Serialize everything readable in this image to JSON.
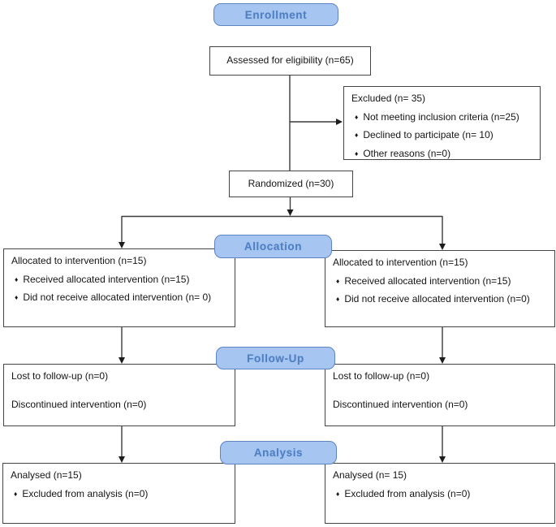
{
  "glyphs": {
    "bullet": "♦"
  },
  "colors": {
    "badge_fill": "#a6c6f1",
    "badge_border": "#5d83c2",
    "badge_text": "#4f7ec3",
    "box_border": "#454545",
    "line_color": "#3a3a3a"
  },
  "badges": {
    "enrollment": "Enrollment",
    "allocation": "Allocation",
    "followup": "Follow-Up",
    "analysis": "Analysis"
  },
  "boxes": {
    "assessed": {
      "text": "Assessed for eligibility (n=65)"
    },
    "excluded": {
      "title": "Excluded (n= 35)",
      "items": [
        "Not meeting inclusion criteria (n=25)",
        "Declined to participate (n= 10)",
        "Other reasons (n=0)"
      ]
    },
    "randomized": {
      "text": "Randomized (n=30)"
    },
    "allocation_left": {
      "title": "Allocated to intervention (n=15)",
      "items": [
        "Received allocated intervention (n=15)",
        "Did not receive allocated intervention (n= 0)"
      ]
    },
    "allocation_right": {
      "title": "Allocated to intervention (n=15)",
      "items": [
        "Received allocated intervention (n=15)",
        "Did not receive allocated intervention (n=0)"
      ]
    },
    "followup_left": {
      "line1": "Lost to follow-up (n=0)",
      "line2": "Discontinued intervention (n=0)"
    },
    "followup_right": {
      "line1": "Lost to follow-up (n=0)",
      "line2": "Discontinued intervention (n=0)"
    },
    "analysis_left": {
      "title": "Analysed (n=15)",
      "items": [
        "Excluded from analysis (n=0)"
      ]
    },
    "analysis_right": {
      "title": "Analysed (n= 15)",
      "items": [
        "Excluded from analysis (n=0)"
      ]
    }
  }
}
